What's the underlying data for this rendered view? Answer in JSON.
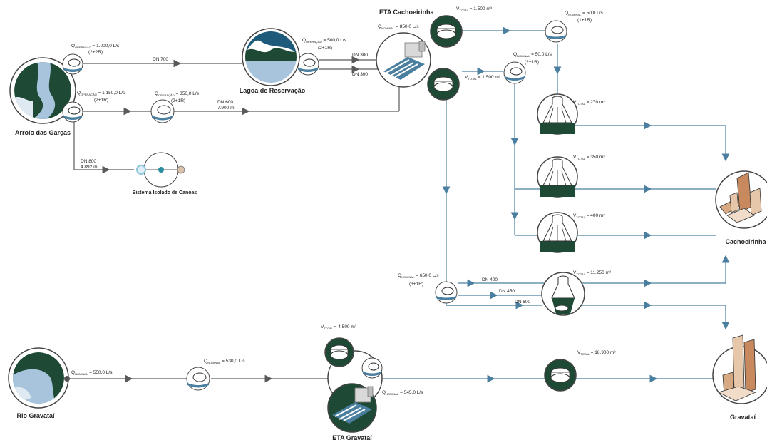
{
  "colors": {
    "pipe": "#4a7fa0",
    "pipe_gray": "#5a5a5a",
    "dark_green": "#1e4a35",
    "light_blue": "#a8c4dc",
    "node_ring": "#444444"
  },
  "nodes": {
    "arroio": {
      "name": "Arroio das Garças",
      "icon": "river-icon"
    },
    "lagoa": {
      "name": "Lagoa de Reservação",
      "icon": "reservoir-icon"
    },
    "eta_cach": {
      "name": "ETA Cachoeirinha",
      "icon": "treatment-plant-icon"
    },
    "canoas": {
      "name": "Sistema Isolado de Canoas",
      "icon": "isolated-system-icon"
    },
    "cachoeirinha": {
      "name": "Cachoeirinha",
      "icon": "city-icon"
    },
    "rio_gravatai": {
      "name": "Rio Gravataí",
      "icon": "river-icon"
    },
    "eta_grav": {
      "name": "ETA Gravataí",
      "icon": "treatment-plant-icon"
    },
    "gravatai": {
      "name": "Gravataí",
      "icon": "city-icon"
    }
  },
  "labels": {
    "p1": {
      "q": "Q",
      "sub": "OPERAÇÃO",
      "val": " = 1.000,0 L/s",
      "conf": "(2+2R)"
    },
    "p2": {
      "q": "Q",
      "sub": "OPERAÇÃO",
      "val": " = 1.150,0 L/s",
      "conf": "(2+1R)"
    },
    "p3": {
      "q": "Q",
      "sub": "OPERAÇÃO",
      "val": " = 350,0 L/s",
      "conf": "(2+1R)"
    },
    "p4": {
      "q": "Q",
      "sub": "OPERAÇÃO",
      "val": " = 500,0 L/s",
      "conf": "(2+1R)"
    },
    "p5": {
      "q": "Q",
      "sub": "NOMINAL",
      "val": " = 850,0 L/s"
    },
    "p6": {
      "q": "Q",
      "sub": "NOMINAL",
      "val": " = 50,0 L/s",
      "conf": "(1+1R)"
    },
    "p7": {
      "q": "Q",
      "sub": "NOMINAL",
      "val": " = 50,0 L/s",
      "conf": "(2+1R)"
    },
    "p8": {
      "q": "Q",
      "sub": "NOMINAL",
      "val": " = 650,0 L/s",
      "conf": "(3+1R)"
    },
    "p9": {
      "q": "Q",
      "sub": "NOMINAL",
      "val": " = 550,0 L/s"
    },
    "p10": {
      "q": "Q",
      "sub": "NOMINAL",
      "val": " = 530,0 L/s"
    },
    "p11": {
      "q": "Q",
      "sub": "NOMINAL",
      "val": " = 545,0 L/s"
    },
    "v1": {
      "q": "V",
      "sub": "TOTAL",
      "val": " = 1.500 m³"
    },
    "v2": {
      "q": "V",
      "sub": "TOTAL",
      "val": " = 1.500 m³"
    },
    "v3": {
      "q": "V",
      "sub": "TOTAL",
      "val": " = 270 m³"
    },
    "v4": {
      "q": "V",
      "sub": "TOTAL",
      "val": " = 350 m³"
    },
    "v5": {
      "q": "V",
      "sub": "TOTAL",
      "val": " = 400 m³"
    },
    "v6": {
      "q": "V",
      "sub": "TOTAL",
      "val": " = 11.250 m³"
    },
    "v7": {
      "q": "V",
      "sub": "TOTAL",
      "val": " = 4.500 m³"
    },
    "v8": {
      "q": "V",
      "sub": "TOTAL",
      "val": " = 18.900 m³"
    },
    "dn700": "DN 700",
    "dn300a": "DN 300",
    "dn300b": "DN 300",
    "dn600a": "DN 600",
    "len7900": "7.900 m",
    "dn800": "DN 800",
    "len4892": "4.892 m",
    "dn400": "DN 400",
    "dn450": "DN 450",
    "dn600b": "DN 600"
  }
}
